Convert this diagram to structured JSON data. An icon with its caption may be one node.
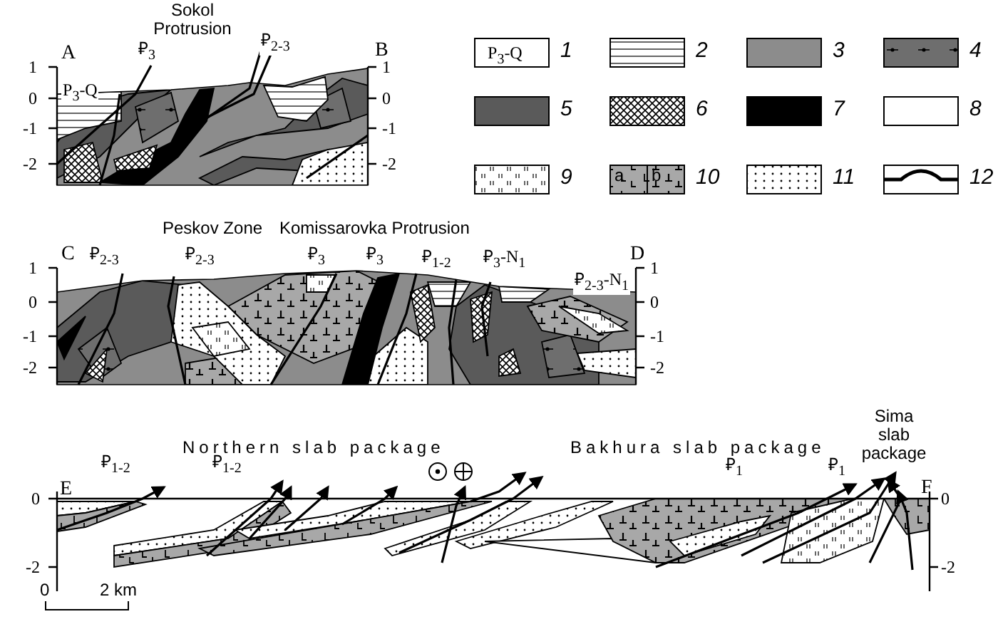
{
  "diagram": {
    "labels": [
      "Sokol Protrusion",
      "A",
      "₽$_{3}$",
      "₽$_{2-3}$",
      "P$_{3}$-Q",
      "B",
      "1",
      "0",
      "-1",
      "-2",
      "1",
      "0",
      "-1",
      "-2",
      "Peskov Zone",
      "Komissarovka Protrusion",
      "C",
      "₽$_{2-3}$",
      "₽$_{2-3}$",
      "₽$_{3}$",
      "₽$_{3}$",
      "₽$_{1-2}$",
      "₽$_{3}$-N$_{1}$",
      "₽$_{2-3}$-N$_{1}$",
      "D",
      "1",
      "0",
      "-1",
      "-2",
      "1",
      "0",
      "-1",
      "-2",
      "Northern slab package",
      "Bakhura slab package",
      "Sima slab package",
      "₽$_{1-2}$",
      "₽$_{1-2}$",
      "₽$_{1}$",
      "₽$_{1}$",
      "E",
      "F",
      "0",
      "-2",
      "0",
      "-2",
      "0",
      "2 km",
      "P$_{3}$-Q",
      "a",
      "b"
    ],
    "legend": [
      {
        "text": "1"
      },
      {
        "text": "2"
      },
      {
        "text": "3",
        "color": "#8c8c8c"
      },
      {
        "text": "4"
      },
      {
        "text": "5",
        "color": "#5a5a5a"
      },
      {
        "text": "6"
      },
      {
        "text": "7",
        "color": "#000000"
      },
      {
        "text": "8",
        "color": "#ffffff"
      },
      {
        "text": "9"
      },
      {
        "text": "10"
      },
      {
        "text": "11"
      },
      {
        "text": "12"
      }
    ]
  }
}
